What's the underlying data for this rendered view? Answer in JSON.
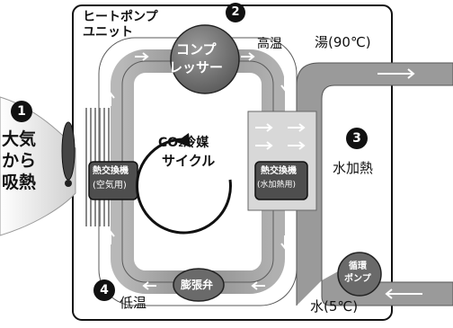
{
  "heat_pump_unit": {
    "title_line1": "ヒートポンプ",
    "title_line2": "ユニット"
  },
  "steps": {
    "step1": {
      "number": "1",
      "text_line1": "大気",
      "text_line2": "から",
      "text_line3": "吸熱"
    },
    "step2": {
      "number": "2"
    },
    "step3": {
      "number": "3",
      "text": "水加熱"
    },
    "step4": {
      "number": "4",
      "text": "低温"
    }
  },
  "components": {
    "compressor_line1": "コンプ",
    "compressor_line2": "レッサー",
    "heat_exchanger_air_line1": "熱交換機",
    "heat_exchanger_air_line2": "(空気用)",
    "heat_exchanger_water_line1": "熱交換機",
    "heat_exchanger_water_line2": "(水加熱用)",
    "expansion_valve": "膨張弁",
    "circulation_pump_line1": "循環",
    "circulation_pump_line2": "ポンプ"
  },
  "cycle": {
    "line1": "CO₂冷媒",
    "line2": "サイクル"
  },
  "labels": {
    "high_temp": "高温",
    "hot_water": "湯(90℃)",
    "cold_water": "水(5℃)"
  },
  "colors": {
    "refrigerant_pipe": "#9a9a9a",
    "water_pipe": "#7a7a7a",
    "component_fill": "#6a6a6a",
    "outline": "#111111"
  }
}
